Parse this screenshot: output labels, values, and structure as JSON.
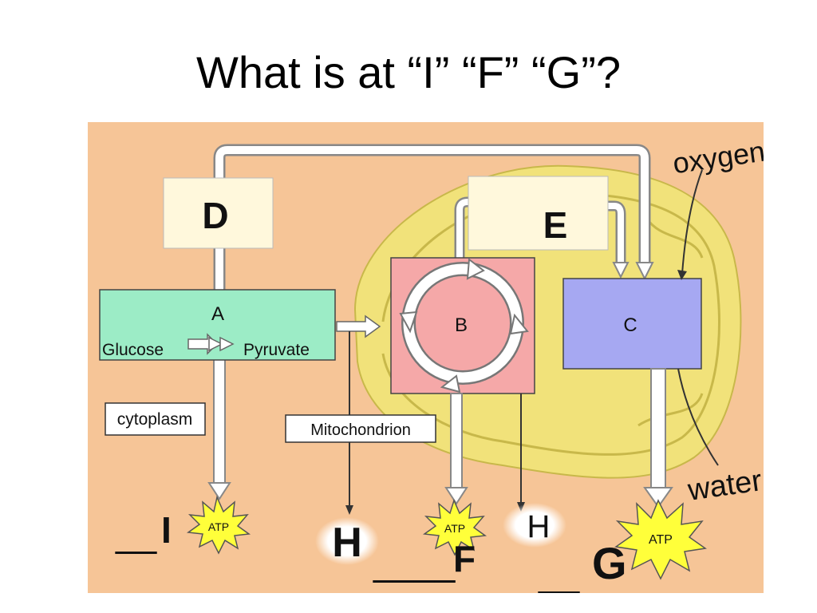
{
  "slide": {
    "title": "What is at “I” “F” “G”?"
  },
  "diagram": {
    "boxes": {
      "d": "D",
      "e": "E",
      "a": "A",
      "b": "B",
      "c": "C"
    },
    "glycolysis": {
      "from": "Glucose",
      "to": "Pyruvate"
    },
    "labels": {
      "cytoplasm": "cytoplasm",
      "mitochondrion": "Mitochondrion",
      "oxygen": "oxygen",
      "water": "water"
    },
    "atp": {
      "left": "ATP",
      "middle": "ATP",
      "right": "ATP"
    },
    "h_labels": {
      "left": "H",
      "right": "H"
    },
    "blanks": {
      "i_line": "__",
      "i_letter": "I",
      "f_line": "____",
      "f_letter": "F",
      "g_line": "__",
      "g_letter": "G"
    },
    "colors": {
      "background": "#f6c597",
      "mitochondrion": "#f1e27a",
      "box_a": "#9cecc6",
      "box_b": "#f5a8a8",
      "box_c": "#a6a8f2",
      "atp_star": "#ffff3a"
    }
  }
}
